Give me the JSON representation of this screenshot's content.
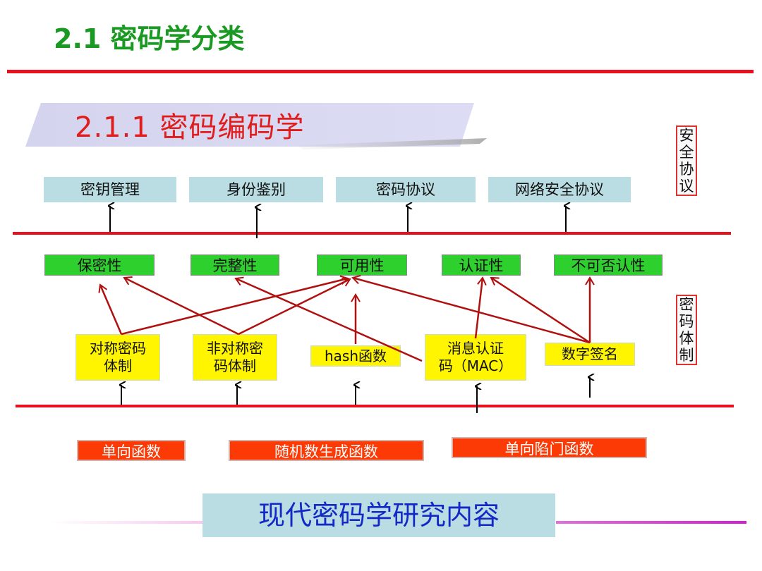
{
  "slide": {
    "title": "2.1 密码学分类",
    "subtitle": "2.1.1  密码编码学",
    "side_labels": {
      "security_protocol": [
        "安",
        "全",
        "协",
        "议"
      ],
      "crypto_system": [
        "密",
        "码",
        "体",
        "制"
      ]
    },
    "protocols": [
      "密钥管理",
      "身份鉴别",
      "密码协议",
      "网络安全协议"
    ],
    "properties": [
      "保密性",
      "完整性",
      "可用性",
      "认证性",
      "不可否认性"
    ],
    "systems": [
      "对称密码\n体制",
      "非对称密\n码体制",
      "hash函数",
      "消息认证\n码（MAC）",
      "数字签名"
    ],
    "functions": [
      "单向函数",
      "随机数生成函数",
      "单向陷门函数"
    ],
    "footer": "现代密码学研究内容"
  },
  "colors": {
    "title_green": "#1a9a22",
    "rule_red": "#e8101c",
    "subtitle_red": "#e01c1c",
    "protocol_box": "#b9dde2",
    "property_box": "#2ed02e",
    "system_box": "#fff500",
    "function_box": "#fb3a06",
    "arrow_dark_red": "#b01010",
    "footer_text_blue": "#1428c8",
    "footer_line_magenta": "#d31ed0"
  }
}
